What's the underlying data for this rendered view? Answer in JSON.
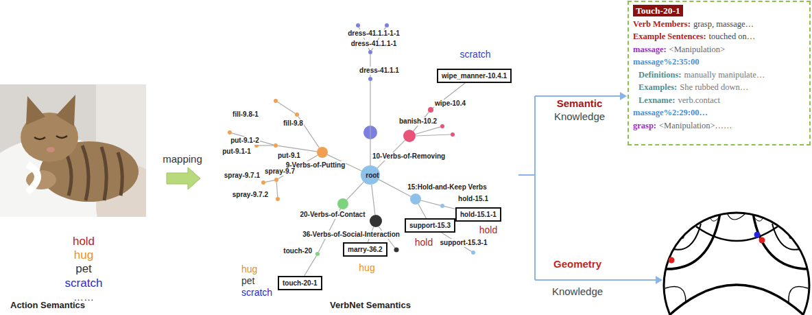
{
  "diagram": {
    "nodes": [
      {
        "text": [
          "dress-41.1.1-1-1"
        ]
      },
      {
        "text": [
          "dress-41.1.1-1"
        ]
      },
      {
        "text": [
          "dress-41.1.1"
        ]
      },
      {
        "text": [
          "wipe_manner-10.4.1"
        ]
      },
      {
        "text": [
          "wipe-10.4"
        ]
      },
      {
        "text": [
          "banish-10.2"
        ]
      },
      {
        "text": [
          "10-Verbs-of-Removing"
        ]
      },
      {
        "text": [
          "fill-9.8-1"
        ]
      },
      {
        "text": [
          "fill-9.8"
        ]
      },
      {
        "text": [
          "put-9.1-2"
        ]
      },
      {
        "text": [
          "put-9.1-1"
        ]
      },
      {
        "text": [
          "put-9.1"
        ]
      },
      {
        "text": [
          "9-Verbs-of-Putting"
        ]
      },
      {
        "text": [
          "spray-9.7"
        ]
      },
      {
        "text": [
          "spray-9.7.1"
        ]
      },
      {
        "text": [
          "spray-9.7.2"
        ]
      },
      {
        "text": [
          "root"
        ]
      },
      {
        "text": [
          "15:Hold-and-Keep Verbs"
        ]
      },
      {
        "text": [
          "hold-15.1"
        ]
      },
      {
        "text": [
          "hold-15.1-1"
        ]
      },
      {
        "text": [
          "20-Verbs-of-Contact"
        ]
      },
      {
        "text": [
          "36-Verbs-of-Social-Interaction"
        ]
      },
      {
        "text": [
          "support-15.3"
        ]
      },
      {
        "text": [
          "support-15.3-1"
        ]
      },
      {
        "text": [
          "touch-20"
        ]
      },
      {
        "text": [
          "marry-36.2"
        ]
      },
      {
        "text": [
          "touch-20-1"
        ]
      },
      {
        "text": [
          "Touch-20-1",
          "Verb Members:",
          "grasp, massage…",
          "Example Sentences:",
          "touched on…",
          "massage:",
          "<Manipulation>",
          "massage%2:35:00",
          "Definitions:",
          "manually manipulate…",
          "Examples:",
          "She rubbed down…",
          "Lexname:",
          "verb.contact",
          "massage%2:29:00…",
          "grasp:",
          "<Manipulation>……"
        ]
      }
    ],
    "edges": [
      {
        "from": 0,
        "to": 1,
        "arrow": "none"
      },
      {
        "from": 1,
        "to": 2,
        "arrow": "none"
      },
      {
        "from": 2,
        "to": 16,
        "arrow": "none"
      },
      {
        "from": 3,
        "to": 4,
        "arrow": "none"
      },
      {
        "from": 4,
        "to": 6,
        "arrow": "none"
      },
      {
        "from": 5,
        "to": 6,
        "arrow": "none"
      },
      {
        "from": 6,
        "to": 16,
        "arrow": "none"
      },
      {
        "from": 7,
        "to": 8,
        "arrow": "none"
      },
      {
        "from": 8,
        "to": 12,
        "arrow": "none"
      },
      {
        "from": 9,
        "to": 11,
        "arrow": "none"
      },
      {
        "from": 10,
        "to": 11,
        "arrow": "none"
      },
      {
        "from": 11,
        "to": 12,
        "arrow": "none"
      },
      {
        "from": 14,
        "to": 13,
        "arrow": "none"
      },
      {
        "from": 15,
        "to": 13,
        "arrow": "none"
      },
      {
        "from": 13,
        "to": 12,
        "arrow": "none"
      },
      {
        "from": 12,
        "to": 16,
        "arrow": "none"
      },
      {
        "from": 16,
        "to": 17,
        "arrow": "none"
      },
      {
        "from": 17,
        "to": 18,
        "arrow": "none"
      },
      {
        "from": 18,
        "to": 19,
        "arrow": "none"
      },
      {
        "from": 17,
        "to": 22,
        "arrow": "none"
      },
      {
        "from": 22,
        "to": 23,
        "arrow": "none"
      },
      {
        "from": 16,
        "to": 20,
        "arrow": "none"
      },
      {
        "from": 20,
        "to": 24,
        "arrow": "none"
      },
      {
        "from": 24,
        "to": 26,
        "arrow": "none"
      },
      {
        "from": 16,
        "to": 21,
        "arrow": "none"
      },
      {
        "from": 21,
        "to": 25,
        "arrow": "none"
      }
    ],
    "labels": [
      "hold",
      "hug",
      "pet",
      "scratch",
      "……",
      "Action Semantics",
      "mapping",
      "scratch",
      "hug",
      "pet",
      "scratch",
      "hug",
      "hold",
      "hold",
      "VerbNet Semantics",
      "Semantic",
      "Knowledge",
      "Geometry",
      "Knowledge"
    ]
  }
}
